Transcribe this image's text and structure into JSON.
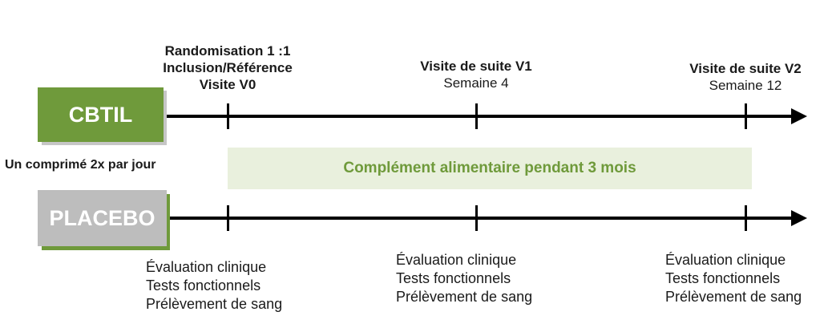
{
  "visits": [
    {
      "lines": [
        "Randomisation 1 :1",
        "Inclusion/Référence",
        "Visite V0"
      ],
      "week": ""
    },
    {
      "title": "Visite de suite V1",
      "week": "Semaine 4"
    },
    {
      "title": "Visite de suite V2",
      "week": "Semaine 12"
    }
  ],
  "arms": {
    "active": {
      "label": "CBTIL",
      "color": "#6f9a3b",
      "dosage": "Un comprimé 2x par jour"
    },
    "placebo": {
      "label": "PLACEBO",
      "color": "#bdbdbd"
    }
  },
  "supplement": {
    "label": "Complément alimentaire pendant 3 mois"
  },
  "assessments": {
    "v0": [
      "Évaluation clinique",
      "Tests fonctionnels",
      "Prélèvement de sang"
    ],
    "v1": [
      "Évaluation clinique",
      "Tests fonctionnels",
      "Prélèvement de sang"
    ],
    "v2": [
      "Évaluation clinique",
      "Tests fonctionnels",
      "Prélèvement de sang"
    ]
  }
}
